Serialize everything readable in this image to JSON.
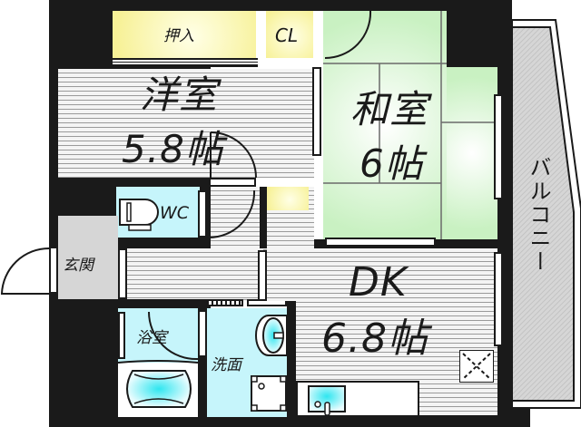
{
  "floorplan": {
    "rooms": {
      "western_room": {
        "name": "洋室",
        "size": "5.8帖"
      },
      "japanese_room": {
        "name": "和室",
        "size": "6帖"
      },
      "dining_kitchen": {
        "name": "DK",
        "size": "6.8帖"
      }
    },
    "labels": {
      "oshiire": "押入",
      "closet": "CL",
      "toilet": "WC",
      "entrance": "玄関",
      "bathroom": "浴室",
      "washroom": "洗面",
      "balcony": "バルコニー"
    },
    "colors": {
      "wall": "#1a1a1a",
      "tatami": "#c9f1c2",
      "closet": "#f7f197",
      "wet_area": "#c6f5fb",
      "entrance": "#d6d6d6",
      "balcony": "#cccccc",
      "floor": "#f4f4f4"
    }
  }
}
